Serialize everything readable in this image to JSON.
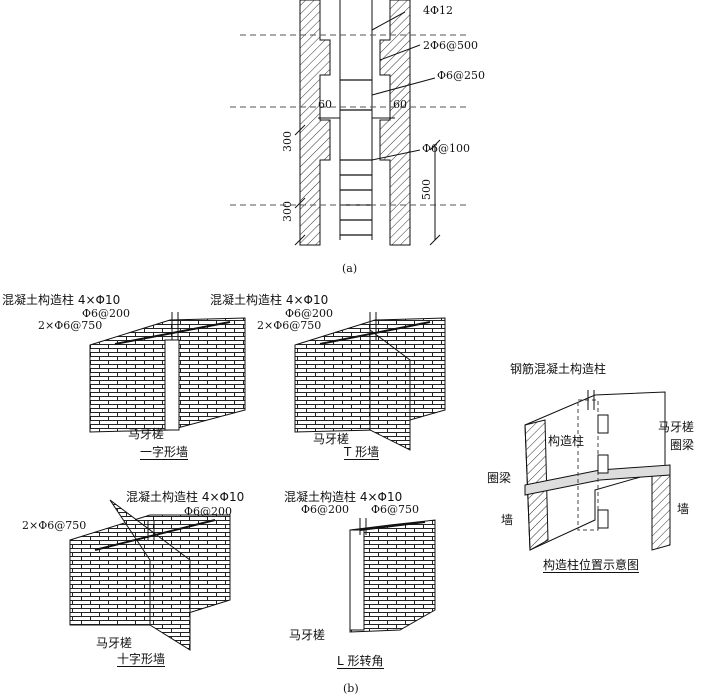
{
  "top_section": {
    "rebar_longitudinal": "4Φ12",
    "rebar_tie": "2Φ6@500",
    "stirrup_spacing": "Φ6@250",
    "dense_stirrup": "Φ6@100",
    "setback_left": "60",
    "setback_right": "60",
    "dim_300_upper": "300",
    "dim_300_lower": "300",
    "dim_500": "500",
    "caption": "(a)"
  },
  "panel_straight": {
    "title": "混凝土构造柱 4×Φ10",
    "stirrup": "Φ6@200",
    "tie": "2×Φ6@750",
    "toothing": "马牙槎",
    "caption": "一字形墙"
  },
  "panel_t": {
    "title": "混凝土构造柱 4×Φ10",
    "stirrup": "Φ6@200",
    "tie": "2×Φ6@750",
    "toothing": "马牙槎",
    "caption": "T 形墙"
  },
  "panel_cross": {
    "title": "混凝土构造柱 4×Φ10",
    "stirrup": "Φ6@200",
    "tie": "2×Φ6@750",
    "toothing": "马牙槎",
    "caption": "十字形墙"
  },
  "panel_l": {
    "title": "混凝土构造柱 4×Φ10",
    "stirrup": "Φ6@200",
    "tie": "Φ6@750",
    "toothing": "马牙槎",
    "caption": "L 形转角"
  },
  "position_diagram": {
    "column_label": "钢筋混凝土构造柱",
    "column": "构造柱",
    "toothing": "马牙槎",
    "ring_beam_right": "圈梁",
    "ring_beam_left": "圈梁",
    "wall_left": "墙",
    "wall_right": "墙",
    "caption": "构造柱位置示意图"
  },
  "bottom_caption": "(b)"
}
